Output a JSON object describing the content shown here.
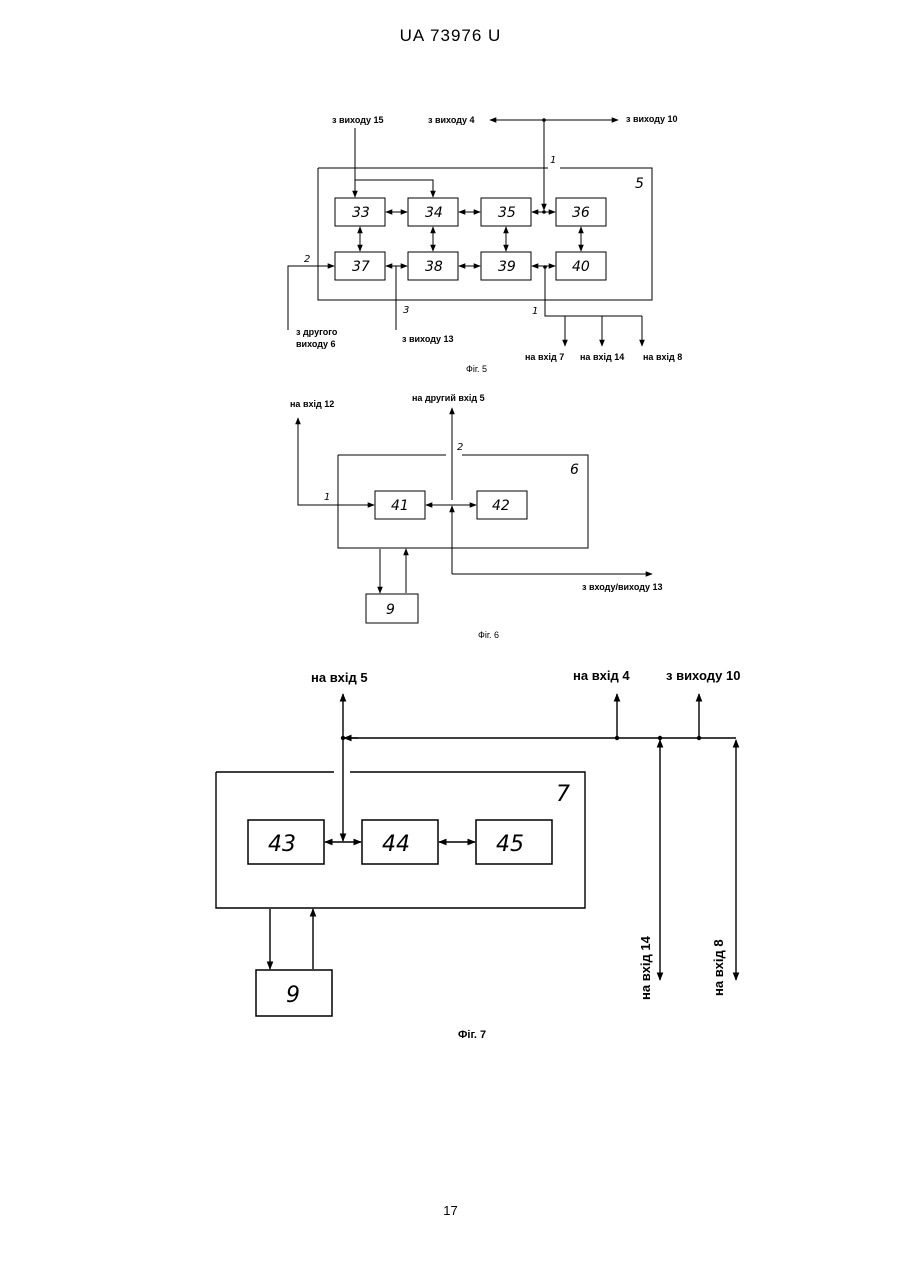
{
  "header": {
    "doc_number": "UA   73976   U"
  },
  "footer": {
    "page_number": "17"
  },
  "fig5": {
    "caption": "Фіг. 5",
    "frame_label": "5",
    "blocks": [
      "33",
      "34",
      "35",
      "36",
      "37",
      "38",
      "39",
      "40"
    ],
    "labels": {
      "from_out15": "з виходу 15",
      "from_out4": "з виходу 4",
      "from_out10": "з виходу 10",
      "from_second_out6_l1": "з другого",
      "from_second_out6_l2": "виходу 6",
      "from_out13": "з виходу 13",
      "to_in7": "на вхід 7",
      "to_in14": "на вхід 14",
      "to_in8": "на вхід 8"
    },
    "port_marks": {
      "top": "1",
      "left": "2",
      "bottom": "3",
      "bottom_right": "1"
    }
  },
  "fig6": {
    "caption": "Фіг. 6",
    "frame_label": "6",
    "blocks": [
      "41",
      "42",
      "9"
    ],
    "labels": {
      "to_in12": "на вхід 12",
      "to_second_in5": "на другий вхід 5",
      "from_io13": "з входу/виходу 13"
    },
    "port_marks": {
      "left": "1",
      "top": "2"
    }
  },
  "fig7": {
    "caption": "Фіг. 7",
    "frame_label": "7",
    "blocks": [
      "43",
      "44",
      "45",
      "9"
    ],
    "labels": {
      "to_in5": "на вхід 5",
      "to_in4": "на вхід 4",
      "from_out10": "з виходу 10",
      "to_in14": "на вхід 14",
      "to_in8": "на вхід 8"
    }
  }
}
